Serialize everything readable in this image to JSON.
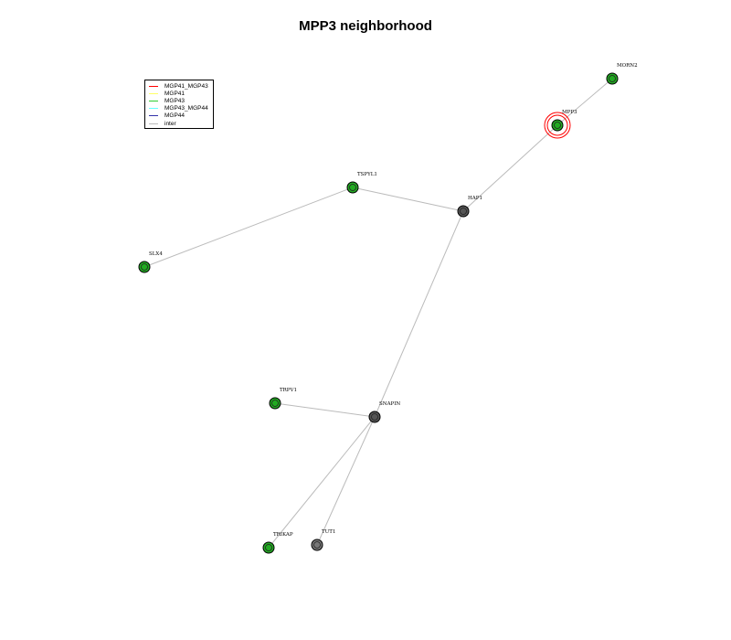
{
  "title": "MPP3 neighborhood",
  "legend": [
    {
      "label": "MGP41_MGP43",
      "color": "#ff0000"
    },
    {
      "label": "MGP41",
      "color": "#ffff66"
    },
    {
      "label": "MGP43",
      "color": "#33cc33"
    },
    {
      "label": "MGP43_MGP44",
      "color": "#66ffff"
    },
    {
      "label": "MGP44",
      "color": "#3333aa"
    },
    {
      "label": "inter",
      "color": "#bbbbbb"
    }
  ],
  "nodes": [
    {
      "id": "MORN2",
      "label": "MORN2",
      "fill": "#22aa22",
      "highlight": false
    },
    {
      "id": "MPP3",
      "label": "MPP3",
      "fill": "#22aa22",
      "highlight": true
    },
    {
      "id": "HAP1",
      "label": "HAP1",
      "fill": "#555555",
      "highlight": false
    },
    {
      "id": "TSPYL1",
      "label": "TSPYL1",
      "fill": "#22aa22",
      "highlight": false
    },
    {
      "id": "SLX4",
      "label": "SLX4",
      "fill": "#22aa22",
      "highlight": false
    },
    {
      "id": "TRPV1",
      "label": "TRPV1",
      "fill": "#22aa22",
      "highlight": false
    },
    {
      "id": "SNAPIN",
      "label": "SNAPIN",
      "fill": "#555555",
      "highlight": false
    },
    {
      "id": "TRIKAP",
      "label": "TRIKAP",
      "fill": "#22aa22",
      "highlight": false
    },
    {
      "id": "TUT1",
      "label": "TUT1",
      "fill": "#777777",
      "highlight": false
    }
  ],
  "edges": [
    {
      "from": "MORN2",
      "to": "MPP3"
    },
    {
      "from": "MPP3",
      "to": "HAP1"
    },
    {
      "from": "HAP1",
      "to": "TSPYL1"
    },
    {
      "from": "TSPYL1",
      "to": "SLX4"
    },
    {
      "from": "HAP1",
      "to": "SNAPIN"
    },
    {
      "from": "SNAPIN",
      "to": "TRPV1"
    },
    {
      "from": "SNAPIN",
      "to": "TRIKAP"
    },
    {
      "from": "SNAPIN",
      "to": "TUT1"
    }
  ],
  "edge_color": "#bbbbbb",
  "highlight_color": "#ff0000"
}
